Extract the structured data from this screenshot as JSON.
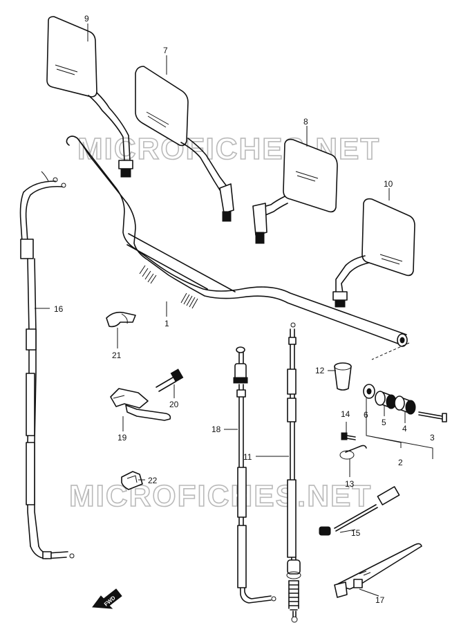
{
  "watermark": {
    "text_upper": "MICROFICHES.NET",
    "text_lower": "MICROFICHES.NET"
  },
  "fwd_label": "FWD",
  "parts": [
    {
      "id": "p1",
      "label": "1"
    },
    {
      "id": "p2",
      "label": "2"
    },
    {
      "id": "p3",
      "label": "3"
    },
    {
      "id": "p4",
      "label": "4"
    },
    {
      "id": "p5",
      "label": "5"
    },
    {
      "id": "p6",
      "label": "6"
    },
    {
      "id": "p7",
      "label": "7"
    },
    {
      "id": "p8",
      "label": "8"
    },
    {
      "id": "p9",
      "label": "9"
    },
    {
      "id": "p10",
      "label": "10"
    },
    {
      "id": "p11",
      "label": "11"
    },
    {
      "id": "p12",
      "label": "12"
    },
    {
      "id": "p13",
      "label": "13"
    },
    {
      "id": "p14",
      "label": "14"
    },
    {
      "id": "p15",
      "label": "15"
    },
    {
      "id": "p16",
      "label": "16"
    },
    {
      "id": "p17",
      "label": "17"
    },
    {
      "id": "p18",
      "label": "18"
    },
    {
      "id": "p19",
      "label": "19"
    },
    {
      "id": "p20",
      "label": "20"
    },
    {
      "id": "p21",
      "label": "21"
    },
    {
      "id": "p22",
      "label": "22"
    }
  ]
}
